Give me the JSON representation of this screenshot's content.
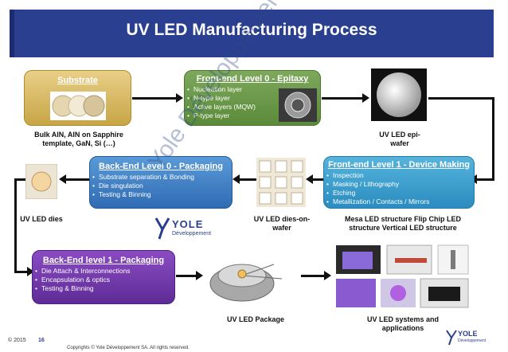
{
  "title": "UV LED Manufacturing Process",
  "substrate": {
    "header": "Substrate",
    "caption": "Bulk AlN, AlN on Sapphire template, GaN, Si (…)"
  },
  "frontend0": {
    "header": "Front-end Level 0 - Epitaxy",
    "items": [
      "Nucleation layer",
      "N-type layer",
      "Active layers (MQW)",
      "P-type layer"
    ]
  },
  "epiwafer": {
    "caption": "UV LED epi-wafer"
  },
  "frontend1": {
    "header": "Front-end Level 1 - Device Making",
    "items": [
      "Inspection",
      "Masking / Lithography",
      "Etching",
      "Metallization / Contacts / Mirrors"
    ],
    "caption": "Mesa LED structure Flip Chip LED structure Vertical LED structure"
  },
  "diesonwafer": {
    "caption": "UV LED dies-on-wafer"
  },
  "backend0": {
    "header": "Back-End Level 0 - Packaging",
    "items": [
      "Substrate separation & Bonding",
      "Die singulation",
      "Testing & Binning"
    ]
  },
  "dies": {
    "caption": "UV LED dies"
  },
  "backend1": {
    "header": "Back-End level 1 - Packaging",
    "items": [
      "Die Attach & Interconnections",
      "Encapsulation & optics",
      "Testing & Binning"
    ]
  },
  "package": {
    "caption": "UV LED Package"
  },
  "systems": {
    "caption": "UV LED systems and applications"
  },
  "logo": {
    "name": "YOLE",
    "sub": "Développement"
  },
  "watermark": "Yole Développement",
  "footer": {
    "year": "© 2015",
    "page": "16",
    "copyright": "Copyrights © Yole Développement SA. All rights reserved."
  },
  "colors": {
    "banner": "#2a3f8f",
    "substrate": "#c8a646",
    "epitaxy": "#5a8a3a",
    "device": "#2a8cc0",
    "backend0": "#2f6bb3",
    "backend1": "#5e2c96"
  }
}
